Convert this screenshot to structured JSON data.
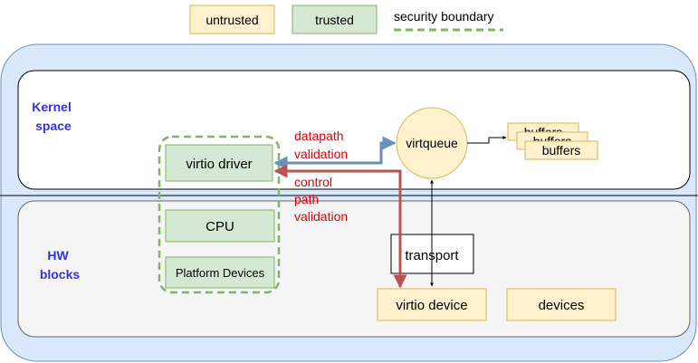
{
  "legend": {
    "untrusted": "untrusted",
    "trusted": "trusted",
    "security_boundary": "security boundary"
  },
  "regions": {
    "kernel_space": [
      "Kernel",
      "space"
    ],
    "hw_blocks": [
      "HW",
      "blocks"
    ]
  },
  "nodes": {
    "virtio_driver": "virtio driver",
    "cpu": "CPU",
    "platform_devices": "Platform Devices",
    "virtqueue": "virtqueue",
    "buffers_back": "buffers",
    "buffers_mid": "buffers",
    "buffers_front": "buffers",
    "transport": "transport",
    "virtio_device": "virtio device",
    "devices": "devices"
  },
  "annotations": {
    "datapath_validation": [
      "datapath",
      "validation"
    ],
    "control_path_validation": [
      "control",
      "path",
      "validation"
    ]
  },
  "colors": {
    "untrusted_fill": "#fff2cc",
    "untrusted_stroke": "#d6b656",
    "trusted_fill": "#d5e8d4",
    "trusted_stroke": "#82b366",
    "boundary": "#82b366",
    "outer_fill": "#dae8fc",
    "outer_stroke": "#6c8ebf",
    "datapath_arrow": "#6c8ebf",
    "control_arrow": "#b85450",
    "label_red": "#e00000",
    "label_blue": "#3333dd"
  }
}
